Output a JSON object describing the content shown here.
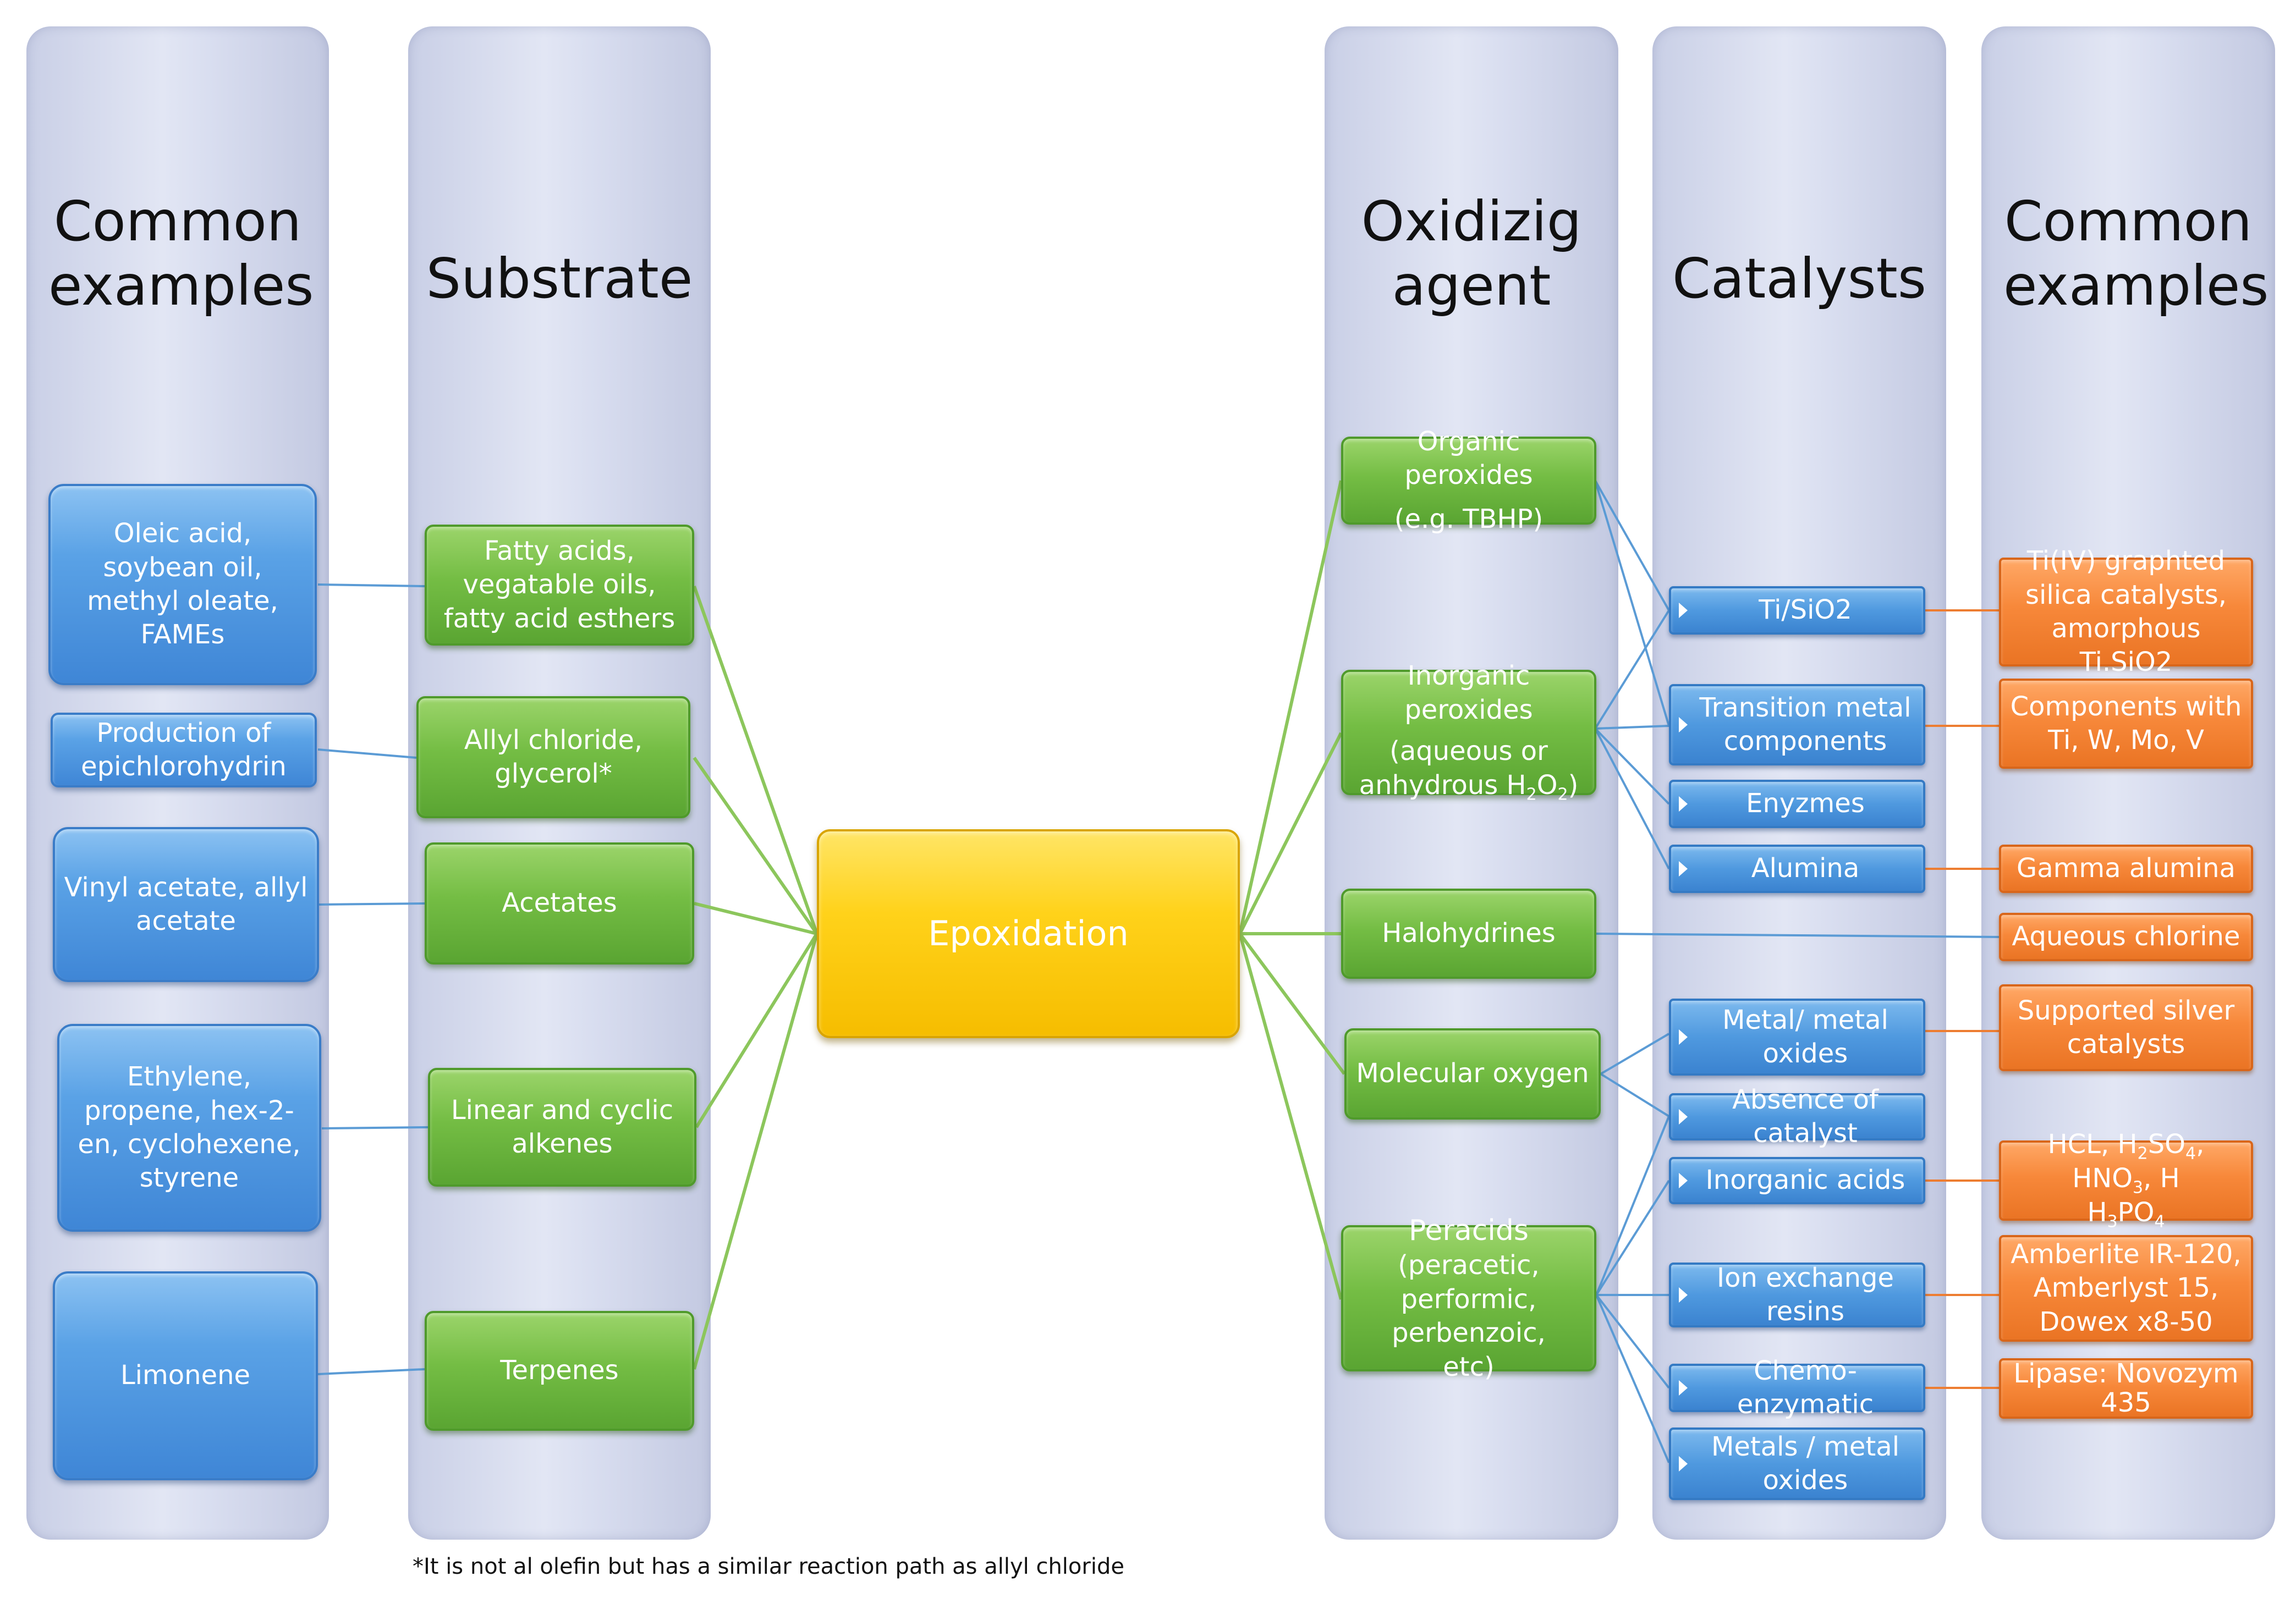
{
  "columns": {
    "examples_left": "Common examples",
    "substrate": "Substrate",
    "oxidizing_agent": "Oxidizig agent",
    "catalysts": "Catalysts",
    "examples_right": "Common examples"
  },
  "center": "Epoxidation",
  "left_examples": [
    "Oleic acid, soybean oil, methyl oleate, FAMEs",
    "Production of epichlorohydrin",
    "Vinyl acetate, allyl acetate",
    "Ethylene, propene, hex-2-en, cyclohexene, styrene",
    "Limonene"
  ],
  "substrates": [
    "Fatty acids, vegatable oils,  fatty acid esthers",
    "Allyl chloride, glycerol*",
    "Acetates",
    "Linear and cyclic alkenes",
    "Terpenes"
  ],
  "oxidizing_agents": {
    "organic_peroxides_line1": "Organic peroxides",
    "organic_peroxides_line2": "(e.g. TBHP)",
    "inorganic_peroxides_line1": "Inorganic peroxides",
    "inorganic_peroxides_line2": "(aqueous or",
    "inorganic_peroxides_line3_a": "anhydrous H",
    "inorganic_peroxides_line3_sub1": "2",
    "inorganic_peroxides_line3_b": "O",
    "inorganic_peroxides_line3_sub2": "2",
    "inorganic_peroxides_line3_c": ")",
    "halohydrines": "Halohydrines",
    "molecular_oxygen": "Molecular oxygen",
    "peracids": "Peracids",
    "peracids_detail": "(peracetic, performic, perbenzoic, etc)"
  },
  "catalysts": [
    "Ti/SiO2",
    "Transition metal components",
    "Enyzmes",
    "Alumina",
    "Metal/ metal oxides",
    "Absence of catalyst",
    "Inorganic acids",
    "Ion exchange resins",
    "Chemo-enzymatic",
    "Metals / metal oxides"
  ],
  "right_examples": {
    "ti_iv": "Ti(IV) graphted silica catalysts, amorphous Ti.SiO2",
    "components": "Components with Ti, W, Mo, V",
    "gamma": "Gamma alumina",
    "chlorine": "Aqueous chlorine",
    "silver": "Supported silver catalysts",
    "acids_a": "HCL, H",
    "acids_sub1": "2",
    "acids_b": "SO",
    "acids_sub2": "4",
    "acids_c": ", HNO",
    "acids_sub3": "3",
    "acids_d": ", H",
    "acids_sub4": "3",
    "acids_e": "PO",
    "acids_sub5": "4",
    "resins": "Amberlite IR-120, Amberlyst 15, Dowex x8-50",
    "lipase": "Lipase: Novozym 435"
  },
  "footnote": "*It is not al olefin but has a similar reaction path as allyl chloride",
  "colors": {
    "green_link": "#8cc65c",
    "blue_link": "#5b9bd5",
    "orange_link": "#ed7d31"
  }
}
